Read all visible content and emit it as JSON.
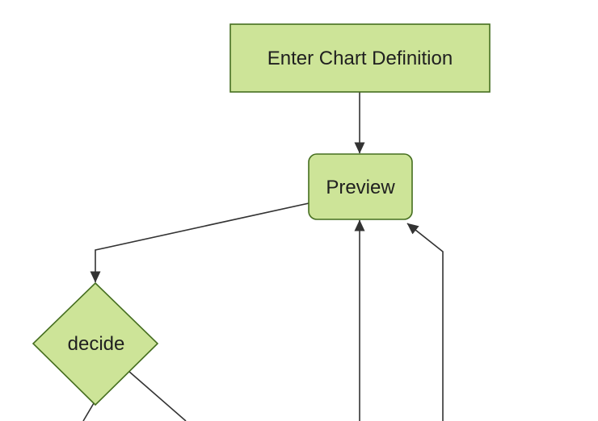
{
  "diagram": {
    "type": "flowchart-top-down",
    "background": "#ffffff",
    "theme": {
      "node_fill": "#cde498",
      "node_border": "#456e1f",
      "edge_color": "#333333",
      "label_color": "#202020"
    },
    "nodes": [
      {
        "id": "enter-chart-definition",
        "label": "Enter Chart Definition",
        "shape": "rectangle"
      },
      {
        "id": "preview",
        "label": "Preview",
        "shape": "rounded-rectangle"
      },
      {
        "id": "decide",
        "label": "decide",
        "shape": "diamond"
      }
    ],
    "edges": [
      {
        "from": "enter-chart-definition",
        "to": "preview",
        "arrow": true
      },
      {
        "from": "preview",
        "to": "decide",
        "arrow": true
      },
      {
        "from": "decide",
        "to": "offscreen-bottom-left",
        "arrow": false,
        "note": "line cut off at bottom edge"
      },
      {
        "from": "decide",
        "to": "offscreen-bottom-right",
        "arrow": false,
        "note": "line cut off at bottom edge"
      },
      {
        "from": "offscreen-bottom-center",
        "to": "preview",
        "arrow": true
      },
      {
        "from": "offscreen-bottom-right",
        "to": "preview",
        "arrow": true
      }
    ]
  }
}
